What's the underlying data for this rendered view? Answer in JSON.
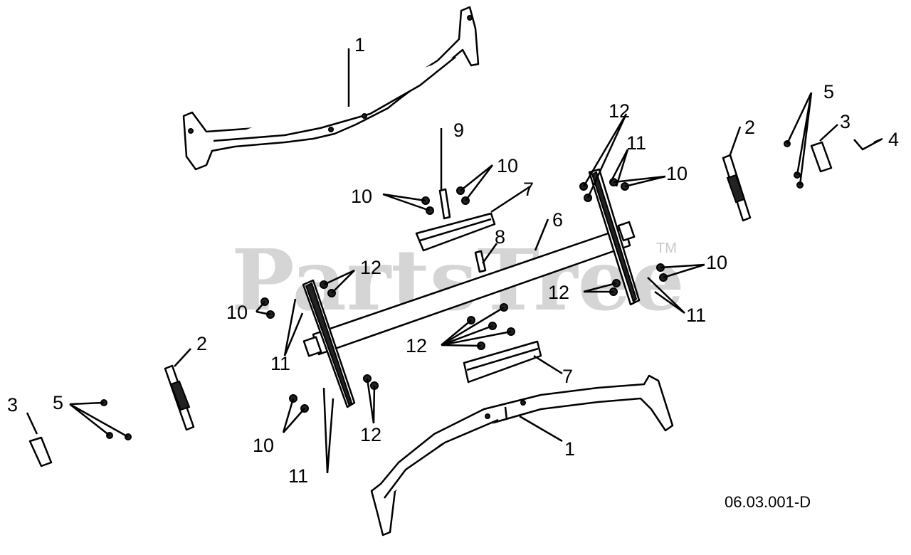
{
  "watermark": {
    "text": "PartsTree",
    "tm": "TM"
  },
  "drawing_code": "06.03.001-D",
  "callouts": {
    "c1_top": "1",
    "c1_bottom": "1",
    "c2_left": "2",
    "c2_right": "2",
    "c3_left": "3",
    "c3_right": "3",
    "c4": "4",
    "c5_left": "5",
    "c5_right": "5",
    "c6": "6",
    "c7_top": "7",
    "c7_bottom": "7",
    "c8": "8",
    "c9": "9",
    "c10_a": "10",
    "c10_b": "10",
    "c10_c": "10",
    "c10_d": "10",
    "c10_e": "10",
    "c10_f": "10",
    "c11_a": "11",
    "c11_b": "11",
    "c11_c": "11",
    "c11_d": "11",
    "c12_a": "12",
    "c12_b": "12",
    "c12_c": "12",
    "c12_d": "12",
    "c12_e": "12"
  },
  "colors": {
    "line": "#000000",
    "watermark": "#c8c8c8",
    "background": "#ffffff"
  }
}
